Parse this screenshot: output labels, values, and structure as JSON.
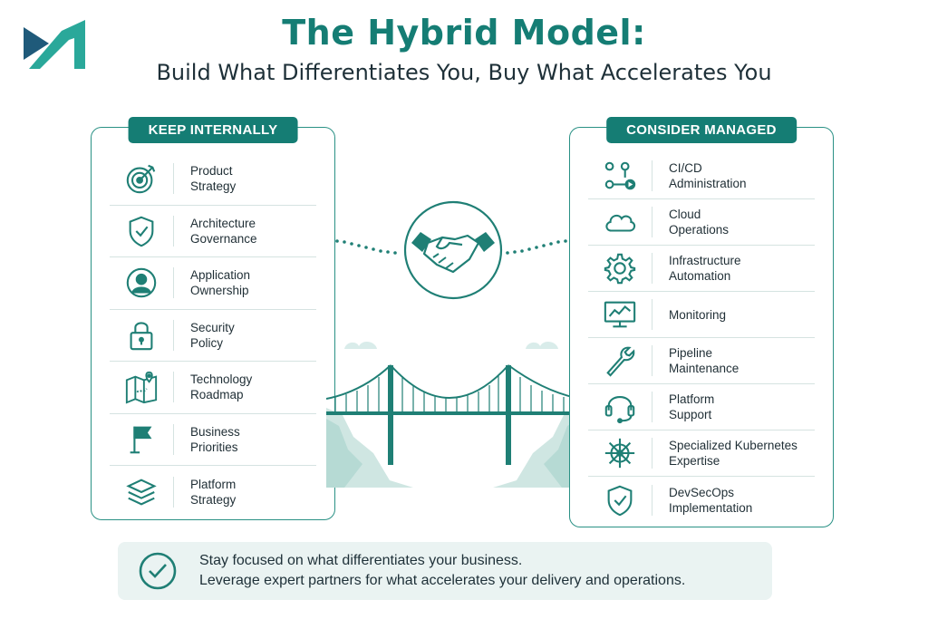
{
  "header": {
    "title": "The Hybrid Model:",
    "subtitle": "Build What Differentiates You, Buy What Accelerates You"
  },
  "left_panel": {
    "heading": "KEEP INTERNALLY",
    "items": [
      {
        "icon": "target-icon",
        "label": "Product\nStrategy"
      },
      {
        "icon": "shield-check-icon",
        "label": "Architecture\nGovernance"
      },
      {
        "icon": "user-icon",
        "label": "Application\nOwnership"
      },
      {
        "icon": "lock-icon",
        "label": "Security\nPolicy"
      },
      {
        "icon": "map-pin-icon",
        "label": "Technology\nRoadmap"
      },
      {
        "icon": "flag-icon",
        "label": "Business\nPriorities"
      },
      {
        "icon": "layers-icon",
        "label": "Platform\nStrategy"
      }
    ]
  },
  "right_panel": {
    "heading": "CONSIDER MANAGED",
    "items": [
      {
        "icon": "pipeline-icon",
        "label": "CI/CD\nAdministration"
      },
      {
        "icon": "cloud-icon",
        "label": "Cloud\nOperations"
      },
      {
        "icon": "gear-icon",
        "label": "Infrastructure\nAutomation"
      },
      {
        "icon": "monitor-icon",
        "label": "Monitoring"
      },
      {
        "icon": "wrench-icon",
        "label": "Pipeline\nMaintenance"
      },
      {
        "icon": "headset-icon",
        "label": "Platform\nSupport"
      },
      {
        "icon": "helm-icon",
        "label": "Specialized Kubernetes\nExpertise"
      },
      {
        "icon": "shield-check-icon",
        "label": "DevSecOps\nImplementation"
      }
    ]
  },
  "center": {
    "handshake_icon": "handshake-icon",
    "bridge_icon": "bridge-icon"
  },
  "footer": {
    "icon": "check-circle-icon",
    "line1": "Stay focused on what differentiates your business.",
    "line2": "Leverage expert partners for what accelerates your delivery and operations."
  },
  "colors": {
    "accent": "#157d74",
    "icon": "#1f7f75",
    "banner_bg": "#eaf3f2"
  }
}
